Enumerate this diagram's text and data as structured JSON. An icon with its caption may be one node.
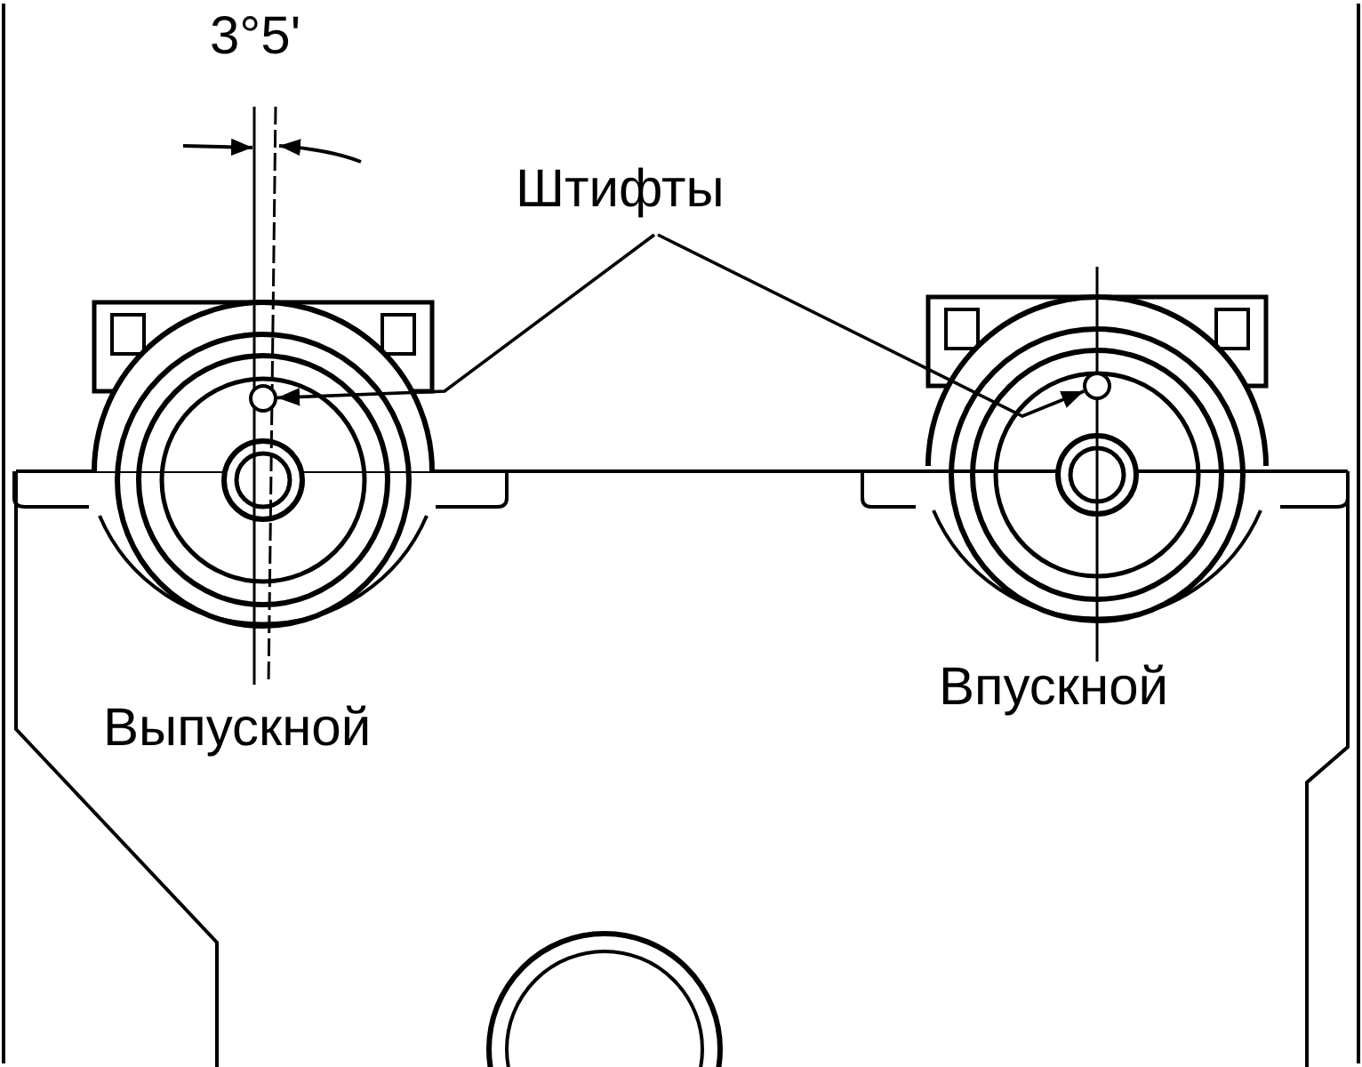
{
  "diagram": {
    "nodes": [
      {
        "text": [
          "Штифты"
        ]
      },
      {
        "text": [],
        "shape": "circle"
      },
      {
        "text": [],
        "shape": "circle"
      }
    ],
    "edges": [
      {
        "from": 0,
        "to": 1,
        "arrow": "to"
      },
      {
        "from": 0,
        "to": 2,
        "arrow": "to"
      }
    ],
    "labels": [
      "3°5'",
      "Выпускной",
      "Впускной"
    ]
  }
}
